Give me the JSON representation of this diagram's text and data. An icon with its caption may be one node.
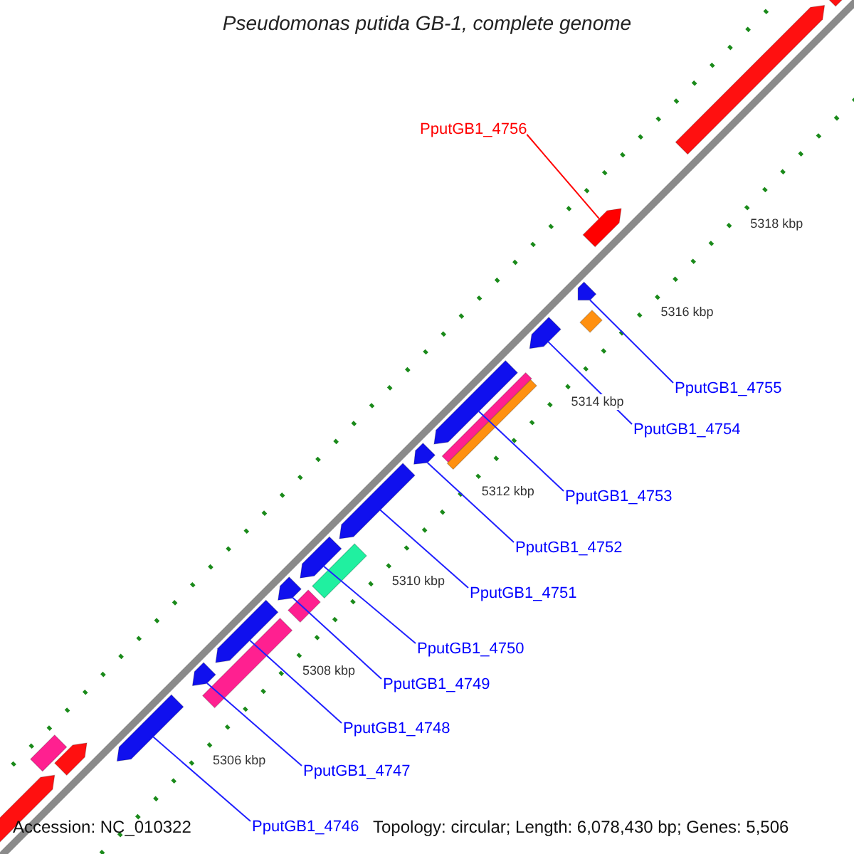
{
  "diagram": {
    "title": "Pseudomonas putida GB-1, complete genome",
    "nodes": [
      {
        "text": [
          "PputGB1_4756"
        ]
      },
      {
        "text": [],
        "shape": "bar"
      },
      {
        "text": [
          "PputGB1_4755"
        ]
      },
      {
        "text": [],
        "shape": "bar"
      },
      {
        "text": [
          "PputGB1_4754"
        ]
      },
      {
        "text": [],
        "shape": "bar"
      },
      {
        "text": [
          "PputGB1_4753"
        ]
      },
      {
        "text": [],
        "shape": "bar"
      },
      {
        "text": [
          "PputGB1_4752"
        ]
      },
      {
        "text": [],
        "shape": "bar"
      },
      {
        "text": [
          "PputGB1_4751"
        ]
      },
      {
        "text": [],
        "shape": "bar"
      },
      {
        "text": [
          "PputGB1_4750"
        ]
      },
      {
        "text": [],
        "shape": "bar"
      },
      {
        "text": [
          "PputGB1_4749"
        ]
      },
      {
        "text": [],
        "shape": "bar"
      },
      {
        "text": [
          "PputGB1_4748"
        ]
      },
      {
        "text": [],
        "shape": "bar"
      },
      {
        "text": [
          "PputGB1_4747"
        ]
      },
      {
        "text": [],
        "shape": "bar"
      },
      {
        "text": [
          "PputGB1_4746"
        ]
      },
      {
        "text": [],
        "shape": "bar"
      }
    ],
    "edges": [
      {
        "from": 0,
        "to": 1,
        "arrow": "none",
        "color": "#ff0000"
      },
      {
        "from": 2,
        "to": 3,
        "arrow": "none"
      },
      {
        "from": 4,
        "to": 5,
        "arrow": "none"
      },
      {
        "from": 6,
        "to": 7,
        "arrow": "none"
      },
      {
        "from": 8,
        "to": 9,
        "arrow": "none"
      },
      {
        "from": 10,
        "to": 11,
        "arrow": "none"
      },
      {
        "from": 12,
        "to": 13,
        "arrow": "none"
      },
      {
        "from": 14,
        "to": 15,
        "arrow": "none"
      },
      {
        "from": 16,
        "to": 17,
        "arrow": "none"
      },
      {
        "from": 18,
        "to": 19,
        "arrow": "none"
      },
      {
        "from": 20,
        "to": 21,
        "arrow": "none"
      }
    ],
    "labels": [
      "5318 kbp",
      "5316 kbp",
      "5314 kbp",
      "5312 kbp",
      "5310 kbp",
      "5308 kbp",
      "5306 kbp",
      "Accession: NC_010322",
      "Topology: circular; Length: 6,078,430 bp; Genes: 5,506"
    ]
  }
}
